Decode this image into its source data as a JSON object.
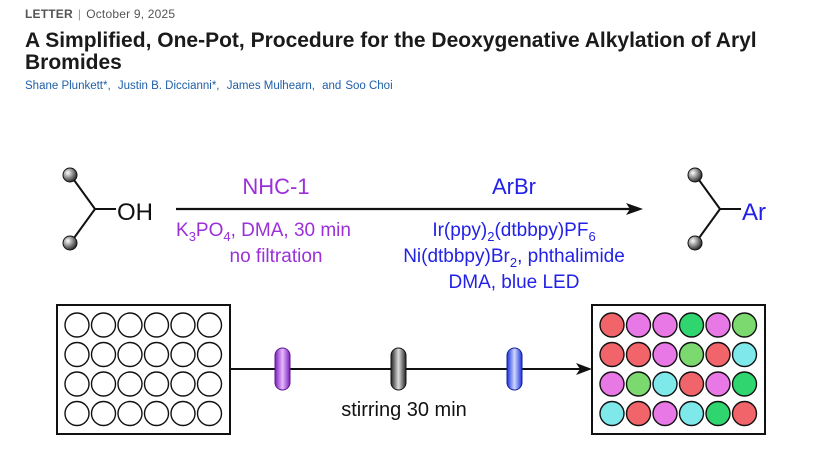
{
  "article": {
    "type": "LETTER",
    "separator": "|",
    "date": "October 9, 2025",
    "title": "A Simplified, One-Pot, Procedure for the Deoxygenative Alkylation of Aryl Bromides",
    "authors": [
      "Shane Plunkett*,",
      "Justin B. Diccianni*,",
      "James Mulhearn,"
    ],
    "and_word": "and",
    "last_author": "Soo Choi"
  },
  "scheme": {
    "left_group": "OH",
    "right_group": "Ar",
    "step1_reagent": "NHC-1",
    "step1_cond1_parts": [
      "K",
      "3",
      "PO",
      "4",
      ", DMA, 30 min"
    ],
    "step1_cond2": "no filtration",
    "step2_reagent": "ArBr",
    "step2_cond1_parts": [
      "Ir(ppy)",
      "2",
      "(dtbbpy)PF",
      "6"
    ],
    "step2_cond2_parts": [
      "Ni(dtbbpy)Br",
      "2",
      ", phthalimide"
    ],
    "step2_cond3": "DMA, blue LED",
    "stirring_label": "stirring 30 min",
    "colors": {
      "purple": "#9b30d9",
      "blue": "#2222e6",
      "arrow": "#111111"
    },
    "right_plate_colors": [
      [
        "#f0646a",
        "#e878e6",
        "#e878e6",
        "#2fd56e",
        "#e878e6",
        "#7bd96f"
      ],
      [
        "#f0646a",
        "#f0646a",
        "#e878e6",
        "#7bd96f",
        "#f0646a",
        "#7fe8ea"
      ],
      [
        "#e878e6",
        "#7bd96f",
        "#7fe8ea",
        "#f0646a",
        "#e878e6",
        "#2fd56e"
      ],
      [
        "#7fe8ea",
        "#f0646a",
        "#e878e6",
        "#7fe8ea",
        "#2fd56e",
        "#f0646a"
      ]
    ]
  }
}
